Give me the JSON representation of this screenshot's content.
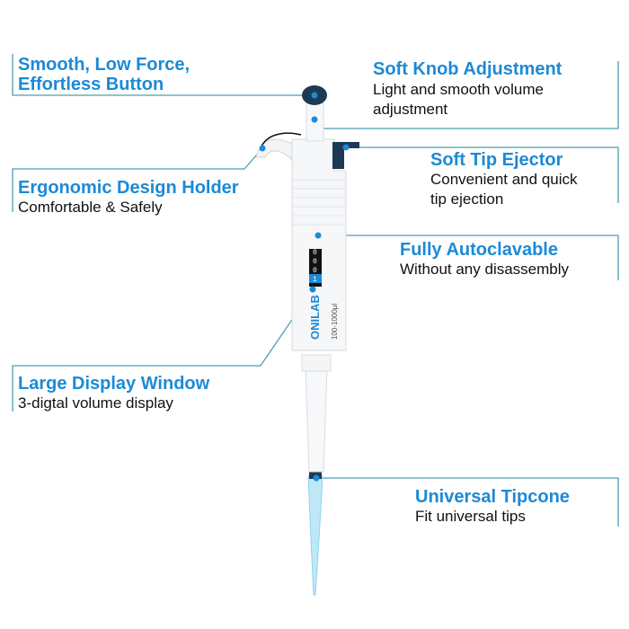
{
  "colors": {
    "title": "#1c8ad6",
    "leader": "#4a9fb5",
    "knob": "#1d3a55",
    "tip": "#8fd3f0"
  },
  "pipette": {
    "brand": "ONILAB",
    "range": "100-1000μl",
    "display_digits": [
      "1",
      "0",
      "0",
      "0"
    ]
  },
  "features": [
    {
      "title_lines": [
        "Smooth, Low Force,",
        "Effortless Button"
      ],
      "desc_lines": []
    },
    {
      "title_lines": [
        "Soft Knob Adjustment"
      ],
      "desc_lines": [
        "Light and smooth volume",
        "adjustment"
      ]
    },
    {
      "title_lines": [
        "Soft Tip Ejector"
      ],
      "desc_lines": [
        "Convenient and quick",
        "tip ejection"
      ]
    },
    {
      "title_lines": [
        "Ergonomic Design Holder"
      ],
      "desc_lines": [
        "Comfortable & Safely"
      ]
    },
    {
      "title_lines": [
        "Fully Autoclavable"
      ],
      "desc_lines": [
        "Without any disassembly"
      ]
    },
    {
      "title_lines": [
        "Large Display Window"
      ],
      "desc_lines": [
        "3-digtal volume display"
      ]
    },
    {
      "title_lines": [
        "Universal Tipcone"
      ],
      "desc_lines": [
        "Fit universal tips"
      ]
    }
  ]
}
